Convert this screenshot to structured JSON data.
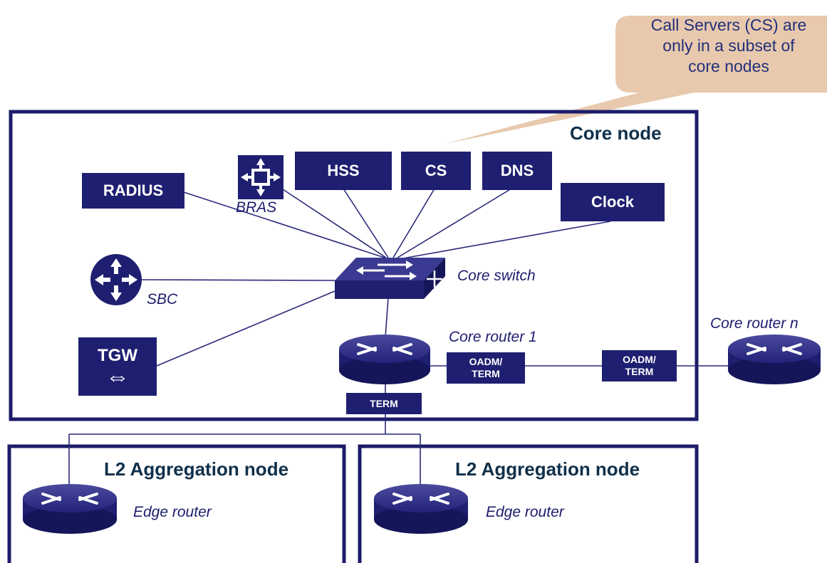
{
  "callout": {
    "line1": "Call Servers (CS) are",
    "line2": "only in a subset of",
    "line3": "core nodes"
  },
  "core_node": {
    "title": "Core node"
  },
  "servers": {
    "radius": "RADIUS",
    "hss": "HSS",
    "cs": "CS",
    "dns": "DNS",
    "clock": "Clock",
    "tgw": "TGW"
  },
  "labels": {
    "bras": "BRAS",
    "sbc": "SBC",
    "core_switch": "Core switch",
    "core_router_1": "Core router 1",
    "core_router_n": "Core router n",
    "edge_router_left": "Edge router",
    "edge_router_right": "Edge router"
  },
  "terminals": {
    "oadm_left_1": "OADM/",
    "oadm_left_2": "TERM",
    "oadm_right_1": "OADM/",
    "oadm_right_2": "TERM",
    "term": "TERM"
  },
  "aggregation_nodes": {
    "left_title": "L2 Aggregation node",
    "right_title": "L2 Aggregation node"
  },
  "colors": {
    "navy": "#1f1f71",
    "frame": "#1c1c6a",
    "callout_fill": "#e8c9ad",
    "line": "#2a2a7a"
  }
}
